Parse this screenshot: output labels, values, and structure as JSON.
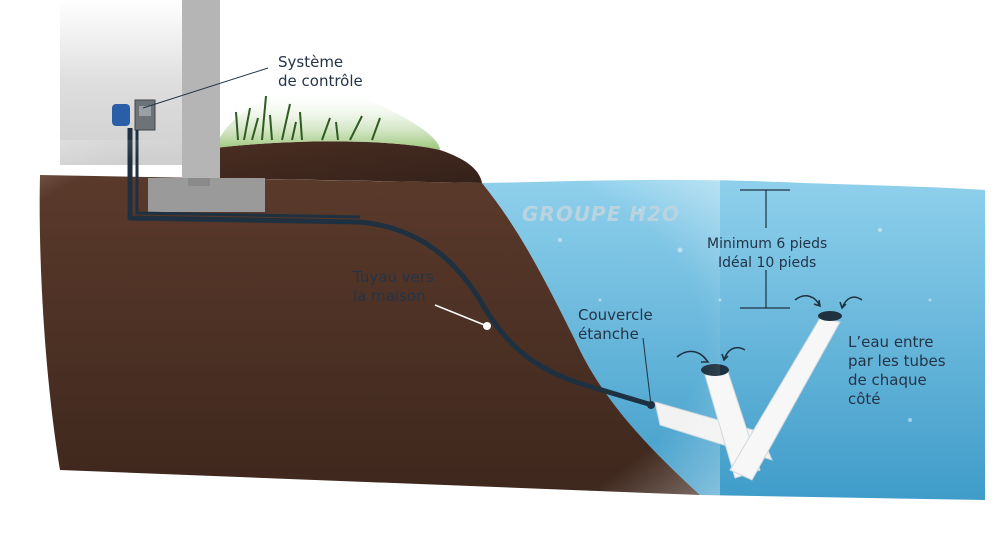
{
  "labels": {
    "control_system": "Système\nde contrôle",
    "pipe_to_house": "Tuyau vers\nla maison",
    "sealed_cover": "Couvercle\nétanche",
    "depth": "Minimum 6 pieds\nIdéal 10 pieds",
    "water_intake": "L’eau entre\npar les tubes\nde chaque\ncôté"
  },
  "watermark": {
    "logo_text": "GROUPE H2O"
  },
  "colors": {
    "soil": "#4a2e22",
    "water": "#63b8dd",
    "grass": "#8fbf6a",
    "wall": "#c8c8c8",
    "pipe": "#1f3140",
    "text": "#243447"
  }
}
